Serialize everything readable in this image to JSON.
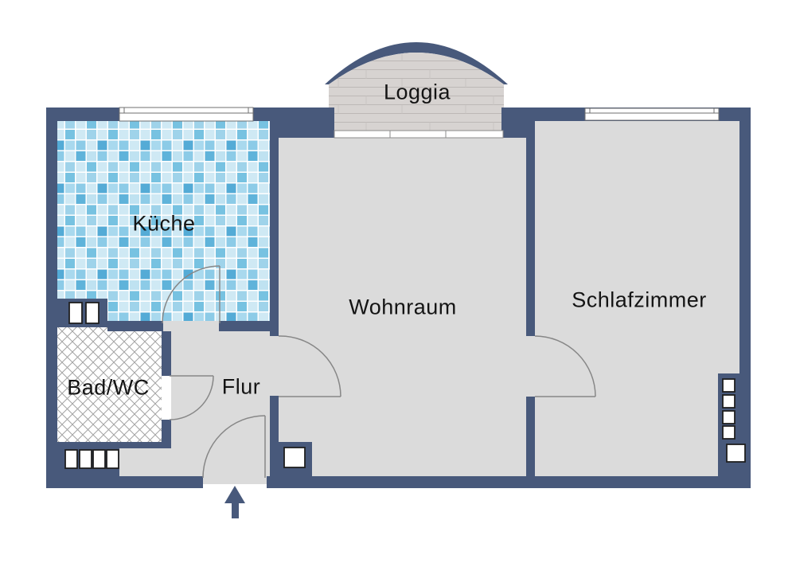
{
  "floor_plan": {
    "rooms": [
      {
        "id": "kueche",
        "label": "Küche",
        "floor": "blue-mosaic-tiles"
      },
      {
        "id": "bad-wc",
        "label": "Bad/WC",
        "floor": "white-crosshatch-tiles"
      },
      {
        "id": "flur",
        "label": "Flur",
        "floor": "plain-gray"
      },
      {
        "id": "wohnraum",
        "label": "Wohnraum",
        "floor": "plain-gray"
      },
      {
        "id": "schlafzimmer",
        "label": "Schlafzimmer",
        "floor": "plain-gray"
      },
      {
        "id": "loggia",
        "label": "Loggia",
        "floor": "wood-planks"
      }
    ],
    "entrance": {
      "symbol": "arrow-up-icon"
    },
    "colors": {
      "wall": "#48597B",
      "floor": "#DBDBDB",
      "wood": "#D7D3D1",
      "window": "#FFFFFF",
      "door_arc": "#878787",
      "kueche_tiles": [
        "#CFE9F4",
        "#9FD3EA",
        "#77C2E1",
        "#54ABD6",
        "#8CCBE7",
        "#5FB3DA",
        "#A9D9EE",
        "#BFE2F1"
      ]
    }
  }
}
